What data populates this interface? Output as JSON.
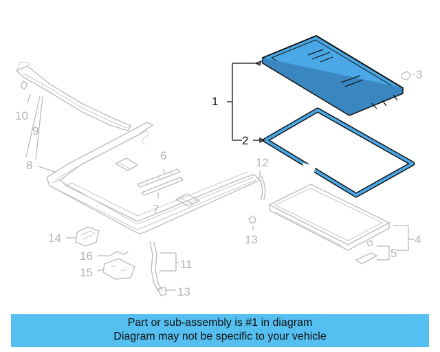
{
  "diagram": {
    "callouts": [
      "1",
      "2",
      "3",
      "4",
      "5",
      "6",
      "7",
      "8",
      "9",
      "10",
      "11",
      "12",
      "13",
      "13",
      "14",
      "15",
      "16"
    ],
    "highlight_color": "#4aa8e6",
    "banner_color": "#54bff0"
  },
  "banner": {
    "line1": "Part or sub-assembly is #1 in diagram",
    "line2": "Diagram may not be specific to your vehicle"
  }
}
